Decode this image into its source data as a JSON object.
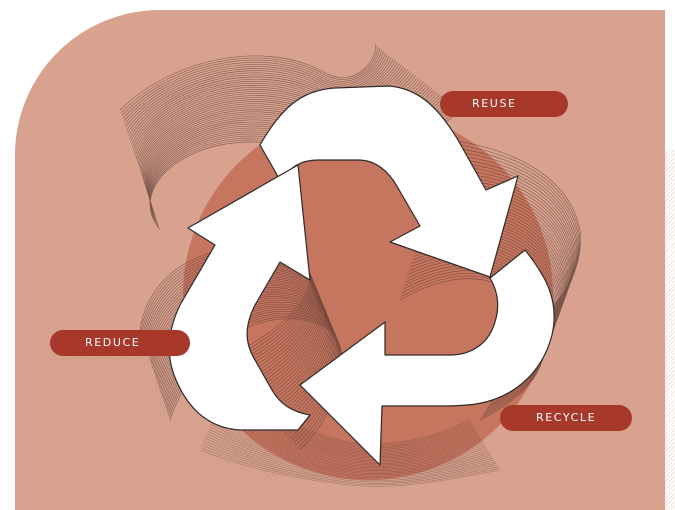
{
  "labels": {
    "reuse": "REUSE",
    "reduce": "REDUCE",
    "recycle": "RECYCLE"
  },
  "colors": {
    "background": "#d8a28f",
    "circle": "#c4705a",
    "pill": "#a8382a",
    "arrow_fill": "#ffffff",
    "arrow_stroke": "#2e2a2a",
    "line_art": "#5a3b33"
  },
  "icons": [
    "recycle-arrow-icon",
    "wave-line-art"
  ]
}
